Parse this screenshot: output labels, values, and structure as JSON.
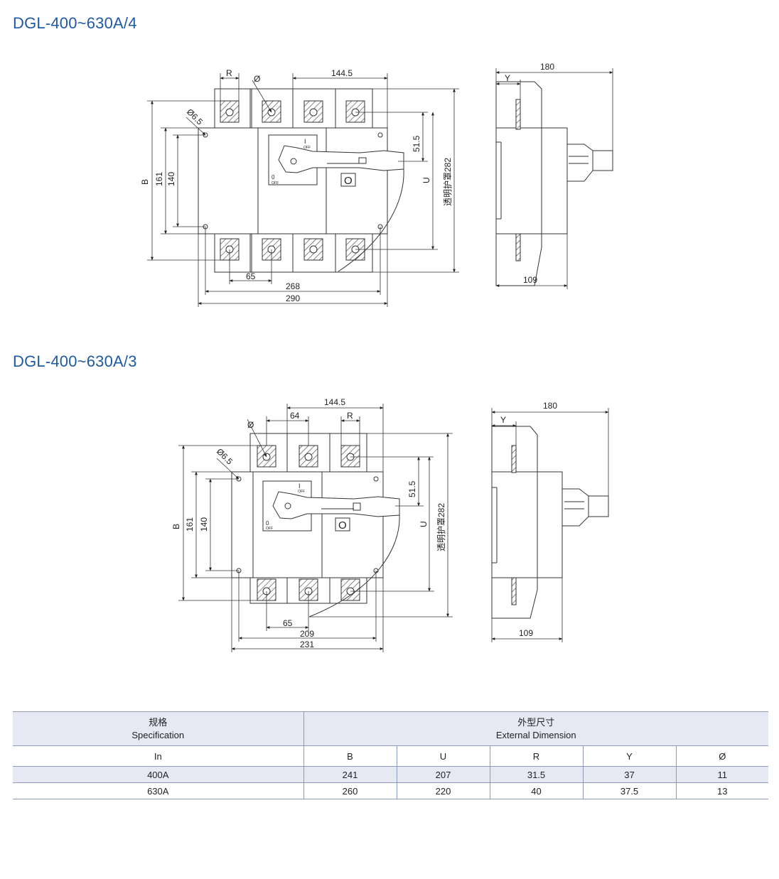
{
  "titles": {
    "four_pole": "DGL-400~630A/4",
    "three_pole": "DGL-400~630A/3"
  },
  "drawing_4p": {
    "dim_r": "R",
    "dim_phi": "Ø",
    "dim_144_5": "144.5",
    "dim_phi6_5": "Ø6.5",
    "dim_51_5": "51.5",
    "dim_b": "B",
    "dim_161": "161",
    "dim_140": "140",
    "dim_u": "U",
    "dim_cover": "透明护罩282",
    "dim_65": "65",
    "dim_268": "268",
    "dim_290": "290",
    "handle_on": "I",
    "handle_off_small": "OFF",
    "handle_zero": "0",
    "handle_o_mark": "O",
    "side_180": "180",
    "side_y": "Y",
    "side_109": "109"
  },
  "drawing_3p": {
    "dim_144_5": "144.5",
    "dim_64": "64",
    "dim_r": "R",
    "dim_phi": "Ø",
    "dim_phi6_5": "Ø6.5",
    "dim_51_5": "51.5",
    "dim_b": "B",
    "dim_161": "161",
    "dim_140": "140",
    "dim_u": "U",
    "dim_cover": "透明护罩282",
    "dim_65": "65",
    "dim_209": "209",
    "dim_231": "231",
    "handle_on": "I",
    "handle_off_small": "OFF",
    "handle_zero": "0",
    "handle_o_mark": "O",
    "side_180": "180",
    "side_y": "Y",
    "side_109": "109"
  },
  "table": {
    "spec_cn": "规格",
    "spec_en": "Specification",
    "ext_cn": "外型尺寸",
    "ext_en": "External Dimension",
    "columns": [
      "In",
      "B",
      "U",
      "R",
      "Y",
      "Ø"
    ],
    "rows": [
      [
        "400A",
        "241",
        "207",
        "31.5",
        "37",
        "11"
      ],
      [
        "630A",
        "260",
        "220",
        "40",
        "37.5",
        "13"
      ]
    ]
  },
  "colors": {
    "title": "#1f5aa6",
    "line": "#222222",
    "table_shade": "#e6e8f3",
    "table_rule": "#8e98b8"
  }
}
